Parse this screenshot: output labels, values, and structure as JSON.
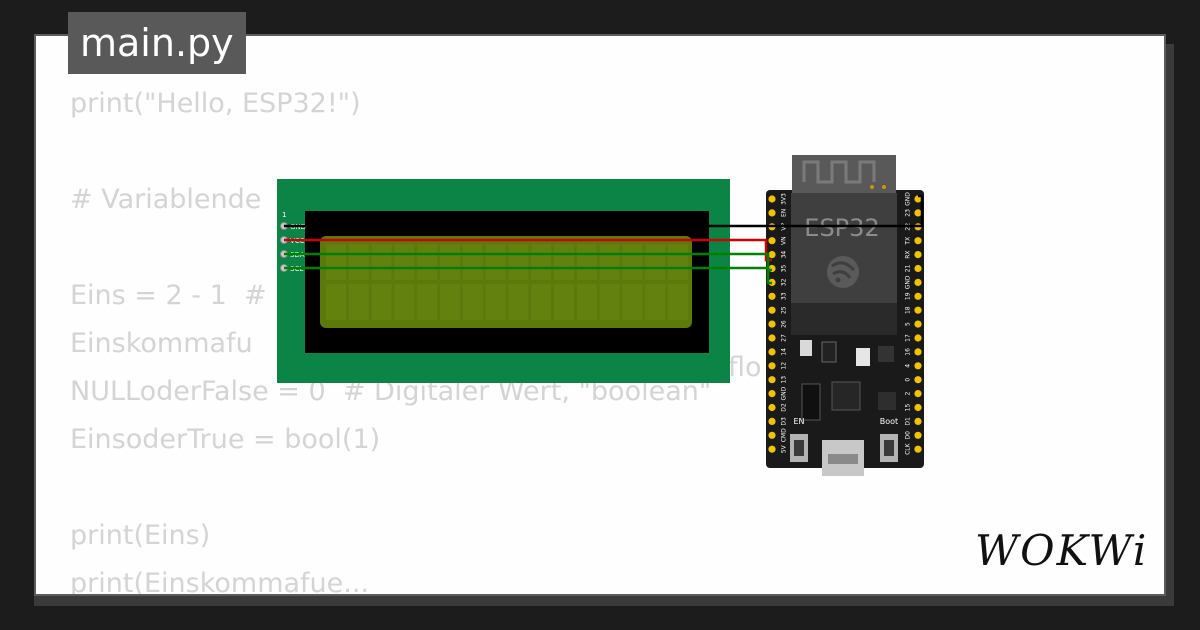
{
  "tab": {
    "title": "main.py"
  },
  "code_lines": [
    "print(\"Hello, ESP32!\")",
    "",
    "# Variablende",
    "",
    "Eins = 2 - 1  #",
    "Einskommafu",
    "NULLoderFalse = 0  # Digitaler Wert, \"boolean\"",
    "EinsoderTrue = bool(1)",
    "",
    "print(Eins)",
    "print(Einskommafue..."
  ],
  "code_fragment_right": "flo",
  "lcd": {
    "pin_1": "1",
    "pins": [
      "GND",
      "VCC",
      "SDA",
      "SCL"
    ]
  },
  "esp32": {
    "label": "ESP32",
    "buttons": [
      "EN",
      "Boot"
    ],
    "left_pins": [
      "3V3",
      "EN",
      "VP",
      "VN",
      "34",
      "35",
      "32",
      "33",
      "25",
      "26",
      "27",
      "14",
      "12",
      "13",
      "GND",
      "D2",
      "D3",
      "CMD",
      "5V"
    ],
    "right_pins": [
      "GND",
      "23",
      "22",
      "TX",
      "RX",
      "21",
      "GND",
      "19",
      "18",
      "5",
      "17",
      "16",
      "4",
      "0",
      "2",
      "15",
      "D1",
      "D0",
      "CLK"
    ]
  },
  "wires": {
    "gnd_color": "#000000",
    "vcc_color": "#cc0000",
    "data_color": "#008000"
  },
  "colors": {
    "lcd_board": "#0b8445",
    "lcd_screen": "#5c7a0c",
    "esp_board": "#1a1a1a",
    "pin_gold": "#f2c300"
  },
  "logo": {
    "text": "WOKWi"
  }
}
